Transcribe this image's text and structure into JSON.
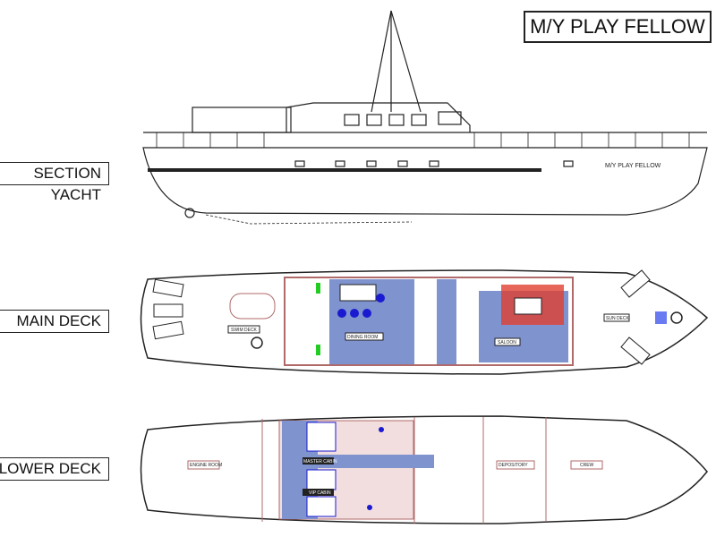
{
  "title": "M/Y PLAY FELLOW",
  "labels": {
    "section": "SECTION YACHT",
    "main_deck": "MAIN DECK",
    "lower_deck": "LOWER DECK"
  },
  "hull_name": "M/Y PLAY FELLOW",
  "main_deck_rooms": {
    "swim_deck": "SWIM DECK",
    "dining_room": "DINING ROOM",
    "saloon": "SALOON",
    "sun_deck": "SUN DECK"
  },
  "lower_deck_rooms": {
    "engine_room": "ENGINE ROOM",
    "master_cabin": "MASTER CABIN",
    "vip_cabin": "VIP CABIN",
    "depository": "DEPOSITORY",
    "crew": "CREW"
  },
  "colors": {
    "floor": "#7f93cf",
    "wall": "#b06a6a",
    "furniture_blue": "#1a1ad0",
    "accent_red": "#e04030"
  }
}
